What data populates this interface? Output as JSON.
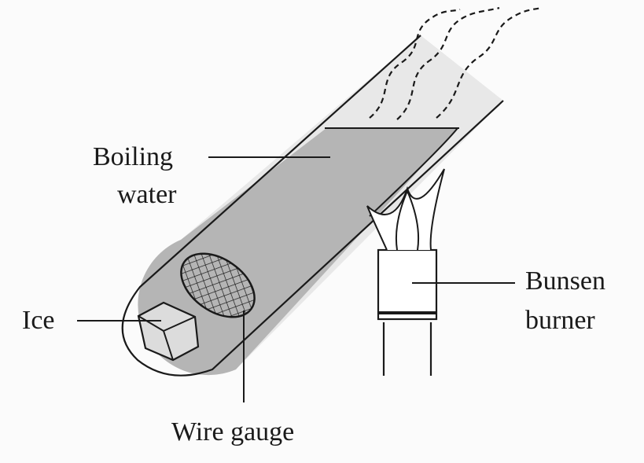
{
  "labels": {
    "boiling_water": [
      "Boiling",
      "water"
    ],
    "ice": "Ice",
    "wire_gauge": "Wire gauge",
    "bunsen_burner": [
      "Bunsen",
      "burner"
    ]
  },
  "colors": {
    "ink": "#1a1a1a",
    "water": "#b8b8b8",
    "tube_glass": "#e6e6e6",
    "background": "#fbfbfb"
  }
}
